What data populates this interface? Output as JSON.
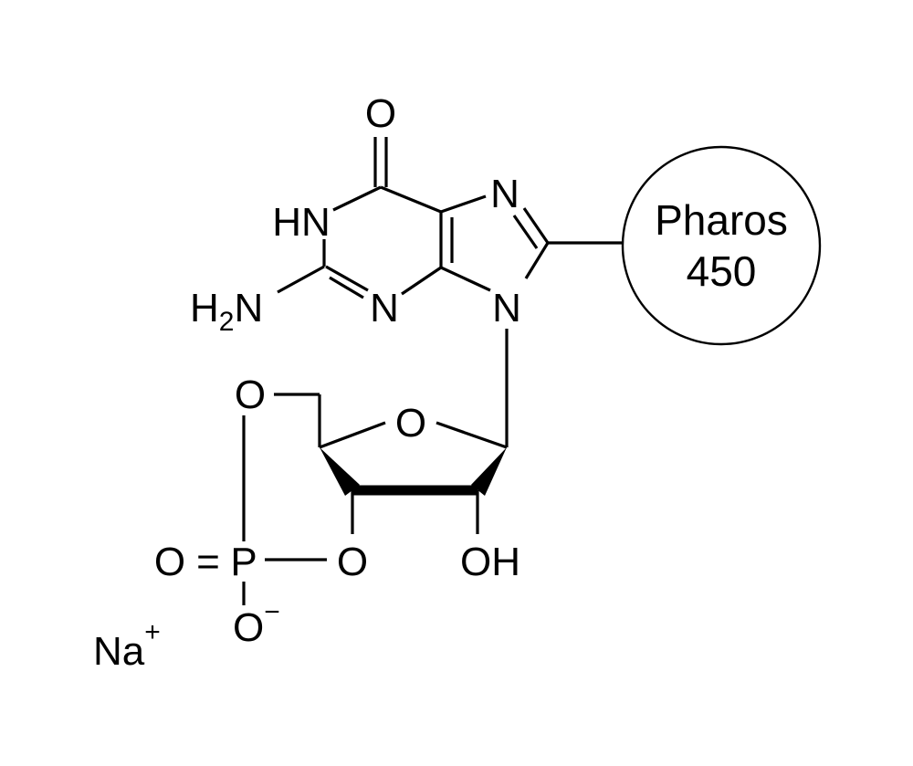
{
  "structure": {
    "atoms": {
      "carbonyl_o": "O",
      "nh": "HN",
      "n7": "N",
      "n9": "N",
      "n3": "N",
      "amine_h": "H",
      "amine_sub": "2",
      "amine_n": "N",
      "o5": "O",
      "ring_o": "O",
      "o3": "O",
      "oh": "OH",
      "p_o_double": "O",
      "p_equals": "=",
      "p": "P",
      "p_o_minus": "O",
      "minus_sign": "−",
      "counter_ion": "Na",
      "plus_sign": "+"
    },
    "label": {
      "line1": "Pharos",
      "line2": "450"
    }
  }
}
